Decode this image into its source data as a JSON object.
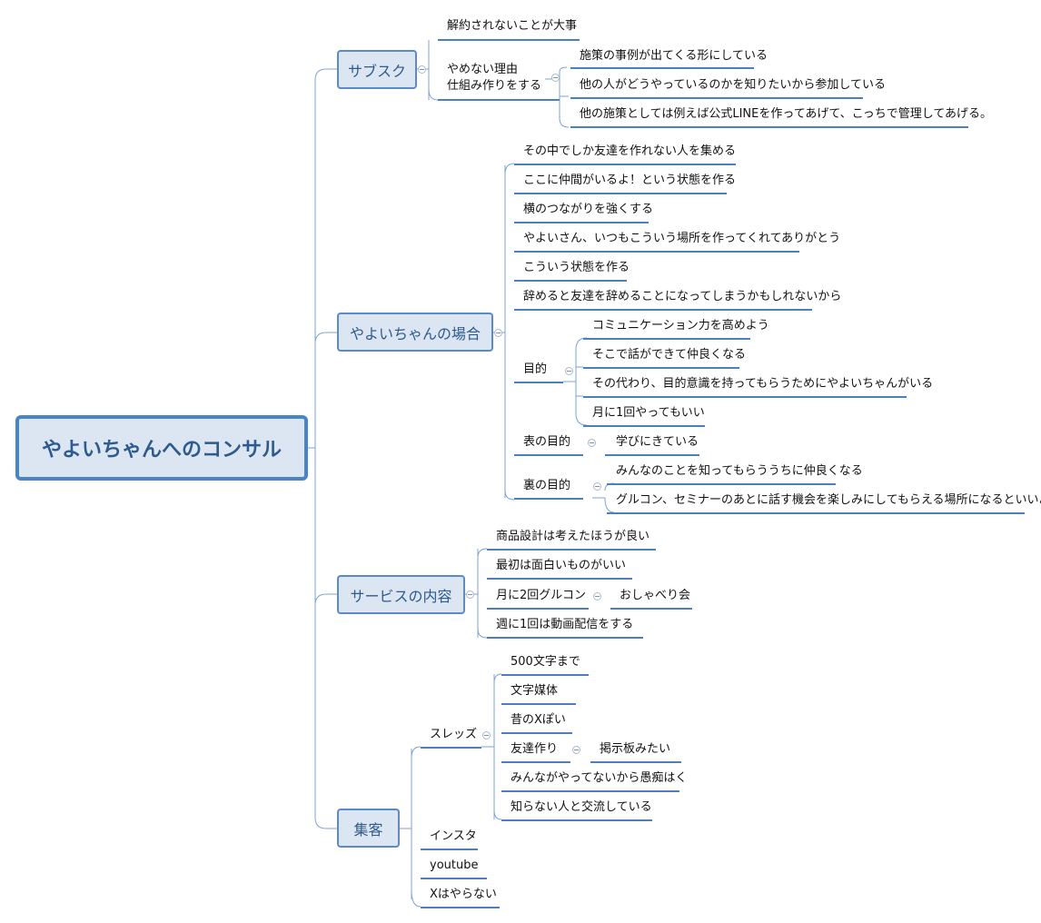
{
  "root": "やよいちゃんへのコンサル",
  "subsc": {
    "title": "サブスク",
    "l1": "解約されないことが大事",
    "l2a": "やめない理由",
    "l2b": "仕組み作りをする",
    "l2c1": "施策の事例が出てくる形にしている",
    "l2c2": "他の人がどうやっているのかを知りたいから参加している",
    "l2c3": "他の施策としては例えば公式LINEを作ってあげて、こっちで管理してあげる。"
  },
  "yayoi": {
    "title": "やよいちゃんの場合",
    "i1": "その中でしか友達を作れない人を集める",
    "i2": "ここに仲間がいるよ！という状態を作る",
    "i3": "横のつながりを強くする",
    "i4": "やよいさん、いつもこういう場所を作ってくれてありがとう",
    "i5": "こういう状態を作る",
    "i6": "辞めると友達を辞めることになってしまうかもしれないから",
    "mokuteki": "目的",
    "m1": "コミュニケーション力を高めよう",
    "m2": "そこで話ができて仲良くなる",
    "m3": "その代わり、目的意識を持ってもらうためにやよいちゃんがいる",
    "m4": "月に1回やってもいい",
    "omote": "表の目的",
    "omote1": "学びにきている",
    "ura": "裏の目的",
    "ura1": "みんなのことを知ってもらううちに仲良くなる",
    "ura2": "グルコン、セミナーのあとに話す機会を楽しみにしてもらえる場所になるといいよね"
  },
  "service": {
    "title": "サービスの内容",
    "s1": "商品設計は考えたほうが良い",
    "s2": "最初は面白いものがいい",
    "s3": "月に2回グルコン",
    "s3a": "おしゃべり会",
    "s4": "週に1回は動画配信をする"
  },
  "shukyaku": {
    "title": "集客",
    "threads": "スレッズ",
    "t1": "500文字まで",
    "t2": "文字媒体",
    "t3": "昔のXぽい",
    "t4": "友達作り",
    "t4a": "掲示板みたい",
    "t5": "みんながやってないから愚痴はく",
    "t6": "知らない人と交流している",
    "insta": "インスタ",
    "youtube": "youtube",
    "x": "Xはやらない"
  },
  "colors": {
    "line": "#5b8ac6",
    "node_fill": "#dce6f2",
    "text": "#111111"
  }
}
